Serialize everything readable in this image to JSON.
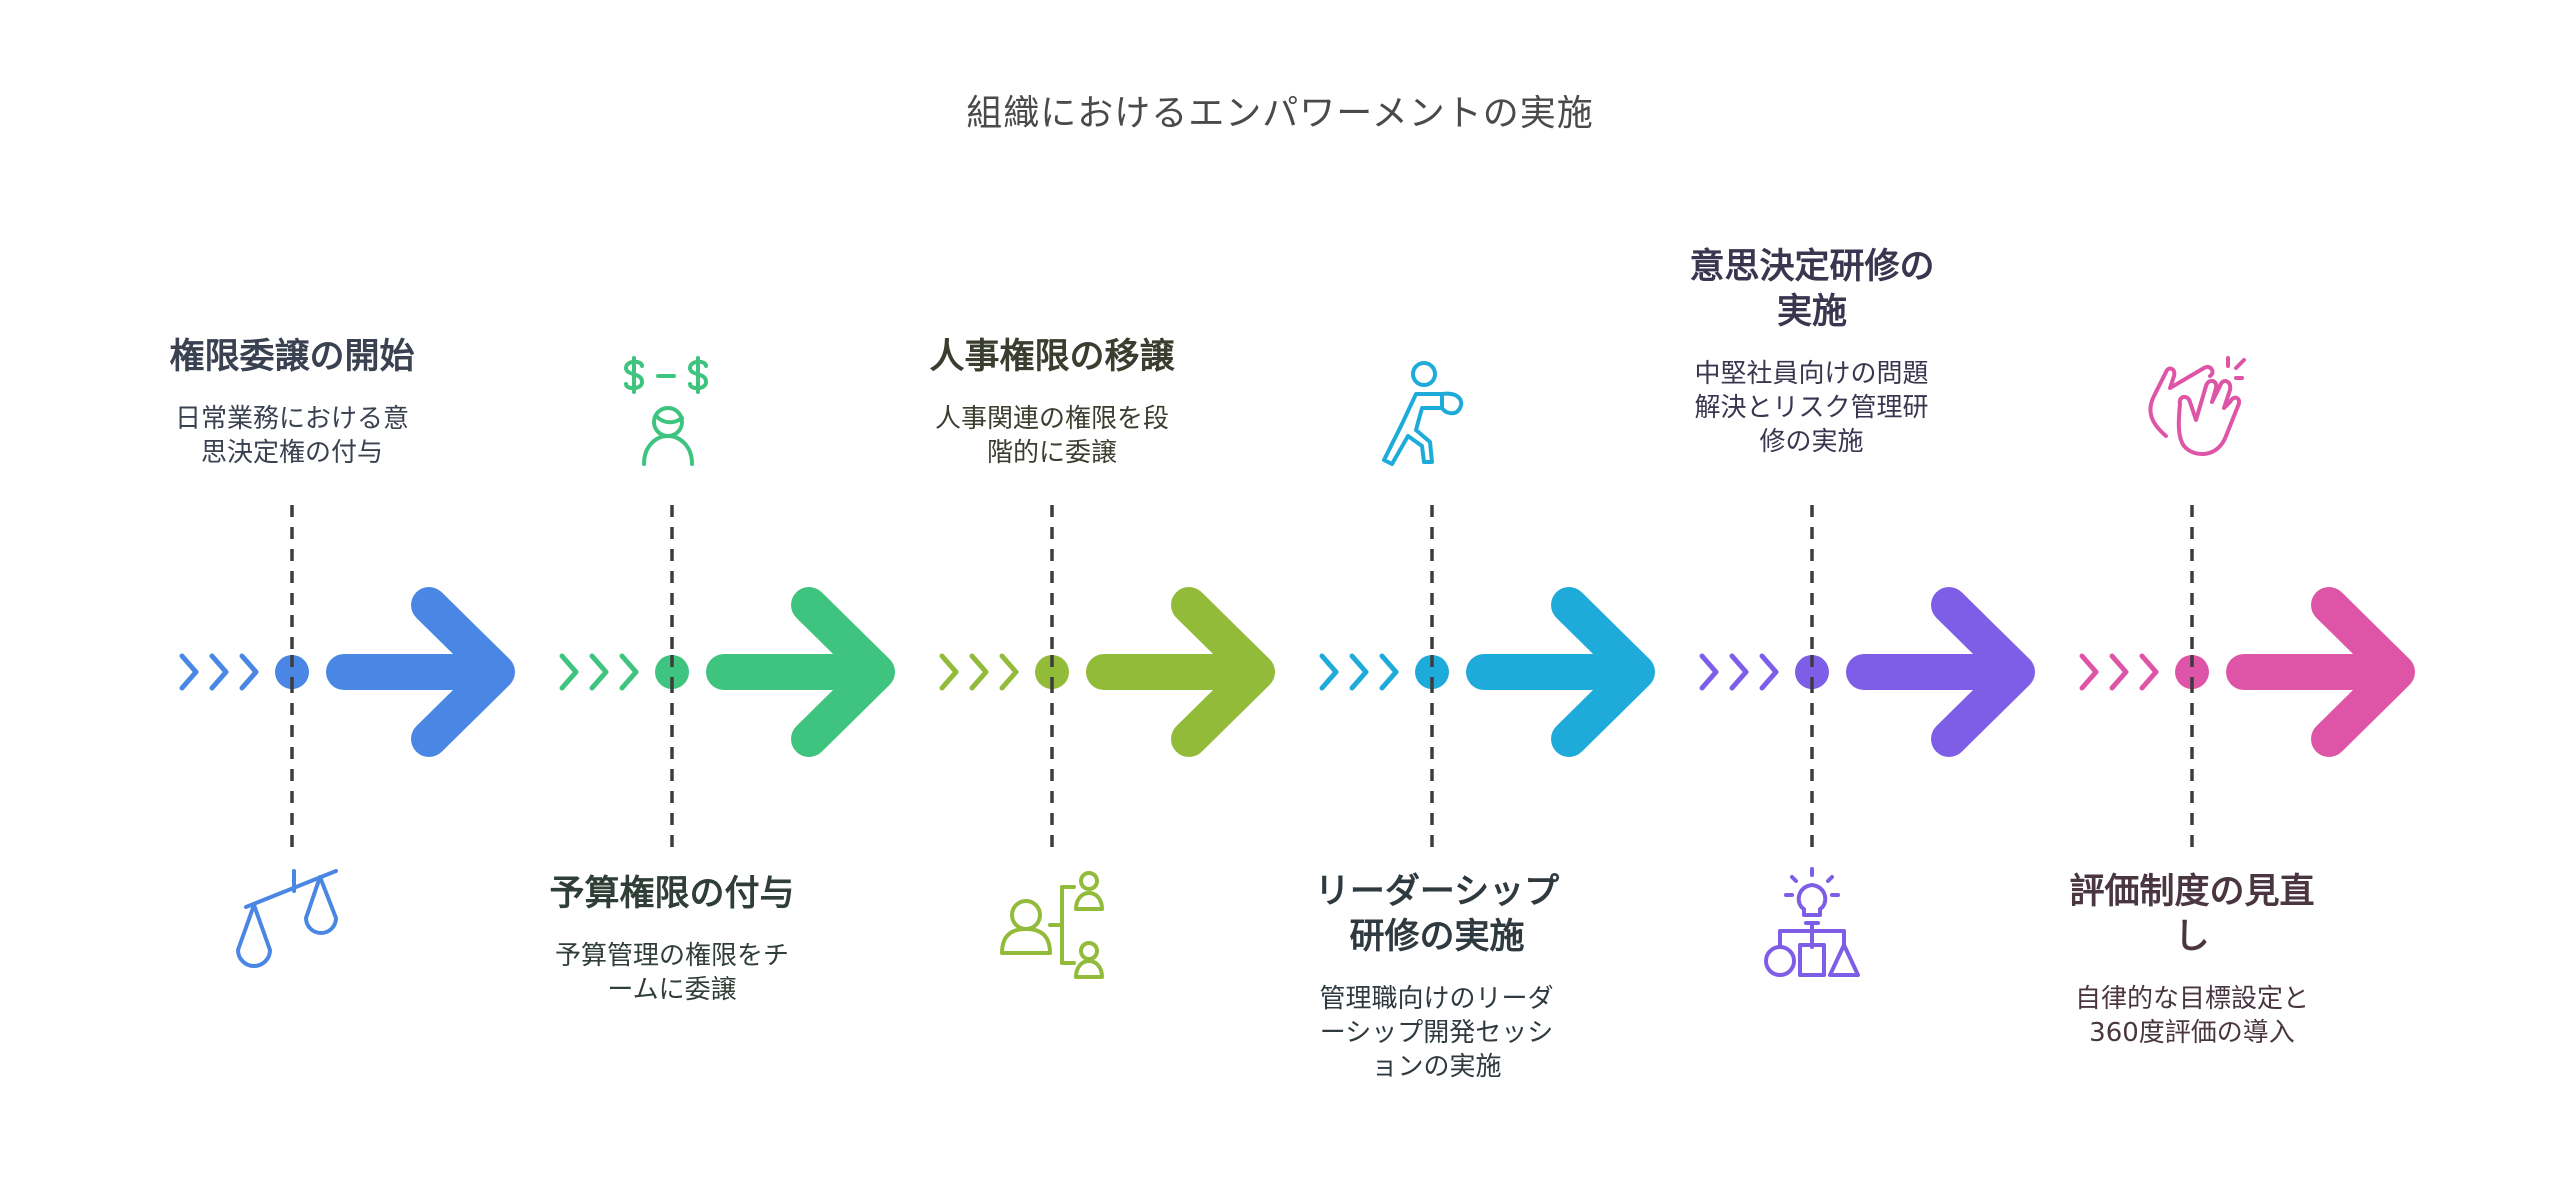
{
  "title": "組織におけるエンパワーメントの実施",
  "steps": [
    {
      "title": "権限委譲の開始",
      "description": "日常業務における意思決定権の付与",
      "icon": "scale-balance-icon",
      "color": "#4A86E4",
      "text_color": "#3a4150",
      "position": "top"
    },
    {
      "title": "予算権限の付与",
      "description": "予算管理の権限をチームに委譲",
      "icon": "money-person-icon",
      "color": "#3EC47F",
      "text_color": "#2f3e36",
      "position": "bottom"
    },
    {
      "title": "人事権限の移譲",
      "description": "人事関連の権限を段階的に委譲",
      "icon": "org-hierarchy-icon",
      "color": "#93BB3A",
      "text_color": "#3a3e2f",
      "position": "top"
    },
    {
      "title": "リーダーシップ研修の実施",
      "description": "管理職向けのリーダーシップ開発セッションの実施",
      "icon": "boxing-figure-icon",
      "color": "#1EABDA",
      "text_color": "#2f3a40",
      "position": "bottom"
    },
    {
      "title": "意思決定研修の実施",
      "description": "中堅社員向けの問題解決とリスク管理研修の実施",
      "icon": "idea-shapes-icon",
      "color": "#7E5EE6",
      "text_color": "#3b3650",
      "position": "top"
    },
    {
      "title": "評価制度の見直し",
      "description": "自律的な目標設定と360度評価の導入",
      "icon": "clapping-hands-icon",
      "color": "#DE55A8",
      "text_color": "#4a3640",
      "position": "bottom"
    }
  ]
}
